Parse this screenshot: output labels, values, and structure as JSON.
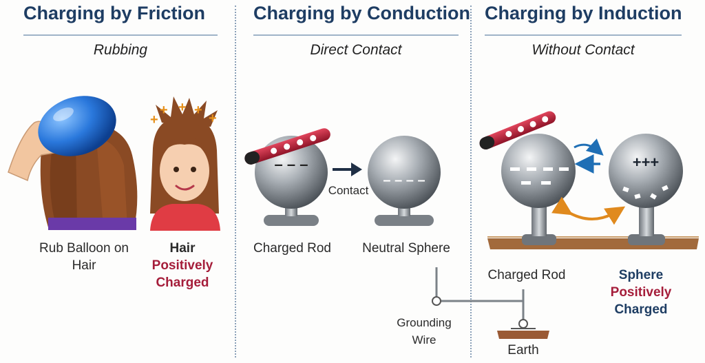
{
  "panels": {
    "friction": {
      "title": "Charging by Friction",
      "subtitle": "Rubbing"
    },
    "conduction": {
      "title": "Charging by Conduction",
      "subtitle": "Direct Contact"
    },
    "induction": {
      "title": "Charging by Induction",
      "subtitle": "Without Contact"
    }
  },
  "friction_labels": {
    "rub_line1": "Rub Balloon on",
    "rub_line2": "Hair",
    "hair_line1": "Hair",
    "hair_line2": "Positively",
    "hair_line3": "Charged"
  },
  "conduction_labels": {
    "charged_rod": "Charged Rod",
    "contact": "Contact",
    "neutral_sphere": "Neutral Sphere",
    "grounding_line1": "Grounding",
    "grounding_line2": "Wire",
    "earth": "Earth"
  },
  "induction_labels": {
    "charged_rod": "Charged Rod",
    "sphere_line1": "Sphere",
    "sphere_line2": "Positively",
    "sphere_line3": "Charged"
  },
  "charge_symbols": {
    "plus_row": "+++",
    "minus_row": "– – –",
    "neutral_row": "– – – –"
  },
  "colors": {
    "title": "#1e3d63",
    "positive_text": "#a51d3a",
    "rod_red": "#c0213a",
    "sphere_gray": "#9aa0a6",
    "arrow_blue": "#1f6fb5",
    "arrow_orange": "#e08a1e",
    "plus_orange": "#e6901a"
  }
}
